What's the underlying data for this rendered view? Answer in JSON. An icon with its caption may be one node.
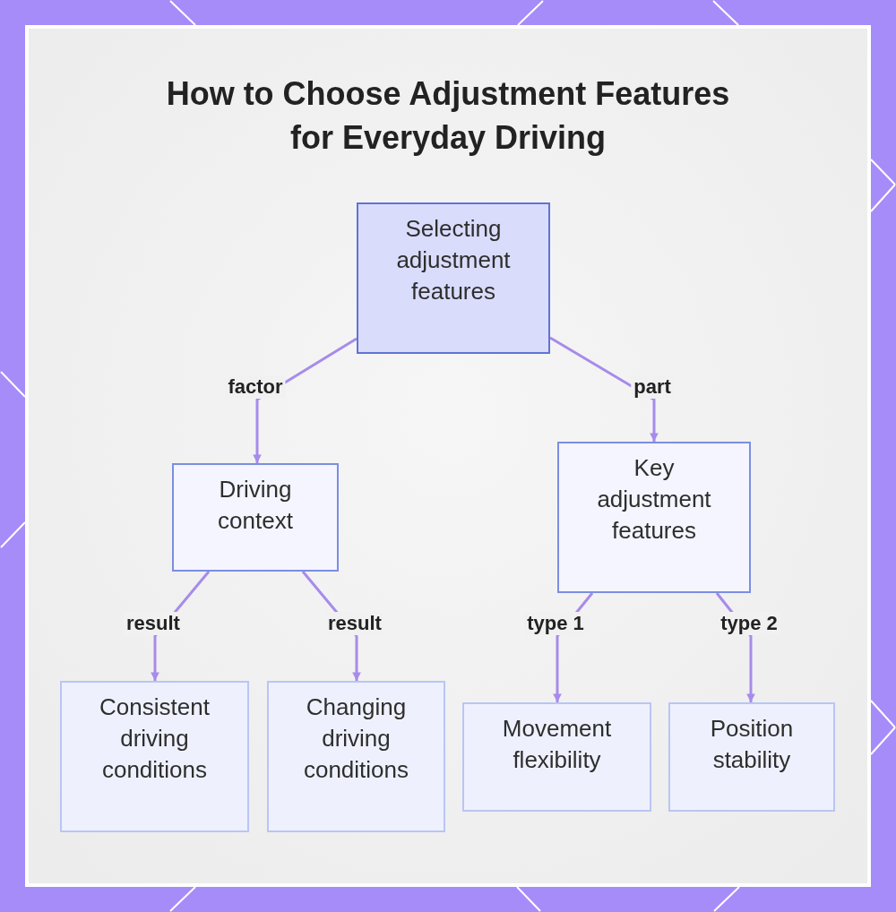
{
  "diagram": {
    "title": "How to Choose Adjustment Features for Everyday Driving",
    "nodes": [
      {
        "text": [
          "Selecting adjustment features"
        ]
      },
      {
        "text": [
          "Driving context"
        ]
      },
      {
        "text": [
          "Key adjustment features"
        ]
      },
      {
        "text": [
          "Consistent driving conditions"
        ]
      },
      {
        "text": [
          "Changing driving conditions"
        ]
      },
      {
        "text": [
          "Movement flexibility"
        ]
      },
      {
        "text": [
          "Position stability"
        ]
      }
    ],
    "edges": [
      {
        "from": 0,
        "to": 1,
        "arrow": "to",
        "label": "factor"
      },
      {
        "from": 0,
        "to": 2,
        "arrow": "to",
        "label": "part"
      },
      {
        "from": 1,
        "to": 3,
        "arrow": "to",
        "label": "result"
      },
      {
        "from": 1,
        "to": 4,
        "arrow": "to",
        "label": "result"
      },
      {
        "from": 2,
        "to": 5,
        "arrow": "to",
        "label": "type 1"
      },
      {
        "from": 2,
        "to": 6,
        "arrow": "to",
        "label": "type 2"
      }
    ]
  }
}
